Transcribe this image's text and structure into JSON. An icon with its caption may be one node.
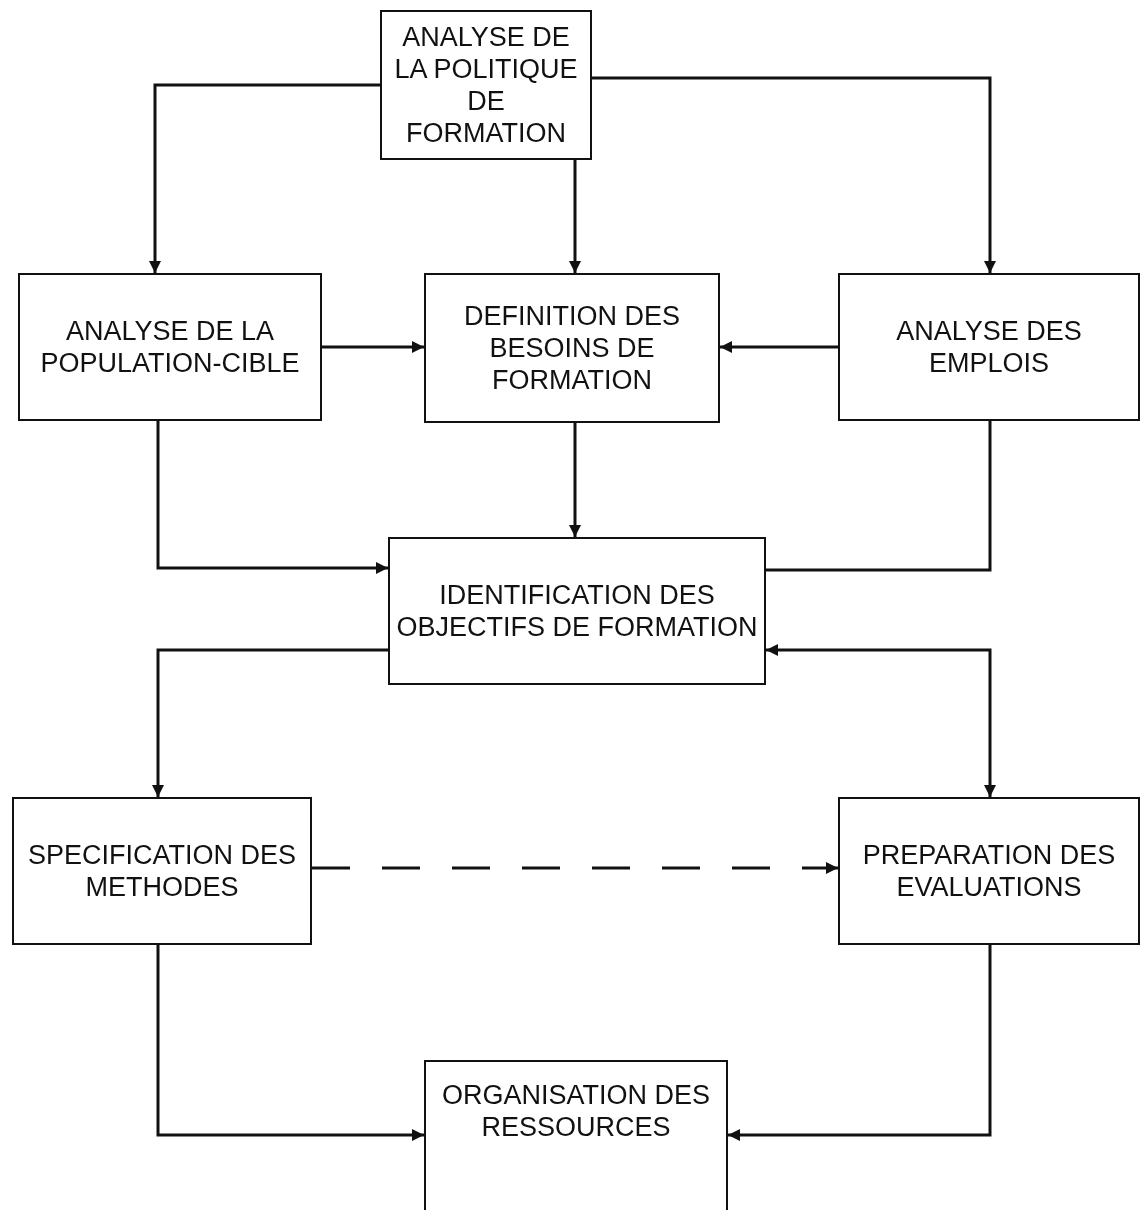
{
  "diagram": {
    "nodes": [
      {
        "text": [
          "ANALYSE DE LA POLITIQUE DE FORMATION"
        ]
      },
      {
        "text": [
          "ANALYSE DE LA POPULATION-CIBLE"
        ]
      },
      {
        "text": [
          "DEFINITION DES BESOINS DE FORMATION"
        ]
      },
      {
        "text": [
          "ANALYSE DES EMPLOIS"
        ]
      },
      {
        "text": [
          "IDENTIFICATION DES OBJECTIFS DE FORMATION"
        ]
      },
      {
        "text": [
          "SPECIFICATION DES METHODES"
        ]
      },
      {
        "text": [
          "PREPARATION DES EVALUATIONS"
        ]
      },
      {
        "text": [
          "ORGANISATION DES RESSOURCES"
        ]
      }
    ],
    "edges": [
      {
        "from": 0,
        "to": 1,
        "arrow": "to"
      },
      {
        "from": 0,
        "to": 2,
        "arrow": "to"
      },
      {
        "from": 0,
        "to": 3,
        "arrow": "to"
      },
      {
        "from": 1,
        "to": 2,
        "arrow": "to"
      },
      {
        "from": 3,
        "to": 2,
        "arrow": "to"
      },
      {
        "from": 2,
        "to": 4,
        "arrow": "to"
      },
      {
        "from": 1,
        "to": 4,
        "arrow": "to"
      },
      {
        "from": 3,
        "to": 4,
        "arrow": "none"
      },
      {
        "from": 4,
        "to": 5,
        "arrow": "to"
      },
      {
        "from": 4,
        "to": 6,
        "arrow": "both"
      },
      {
        "from": 5,
        "to": 6,
        "arrow": "to",
        "style": "dashed"
      },
      {
        "from": 5,
        "to": 7,
        "arrow": "to"
      },
      {
        "from": 6,
        "to": 7,
        "arrow": "to"
      }
    ]
  }
}
